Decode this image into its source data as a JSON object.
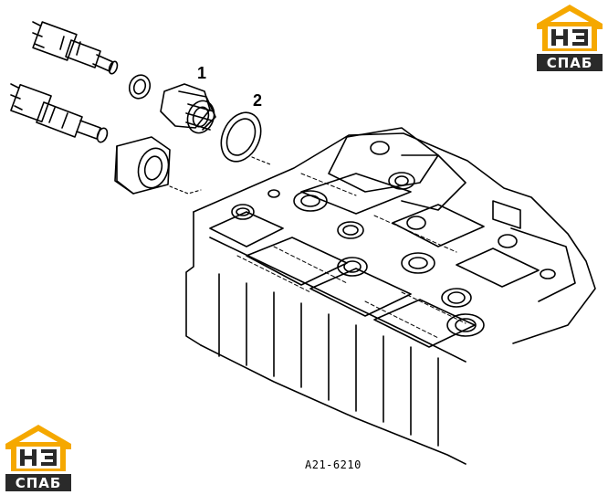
{
  "callouts": [
    {
      "id": "1",
      "text": "1"
    },
    {
      "id": "2",
      "text": "2"
    }
  ],
  "figure_code": "A21-6210",
  "logo": {
    "letters": "НЗ",
    "word": "СПАБ",
    "accent_color": "#F5A800",
    "dark_color": "#2a2a2a"
  }
}
